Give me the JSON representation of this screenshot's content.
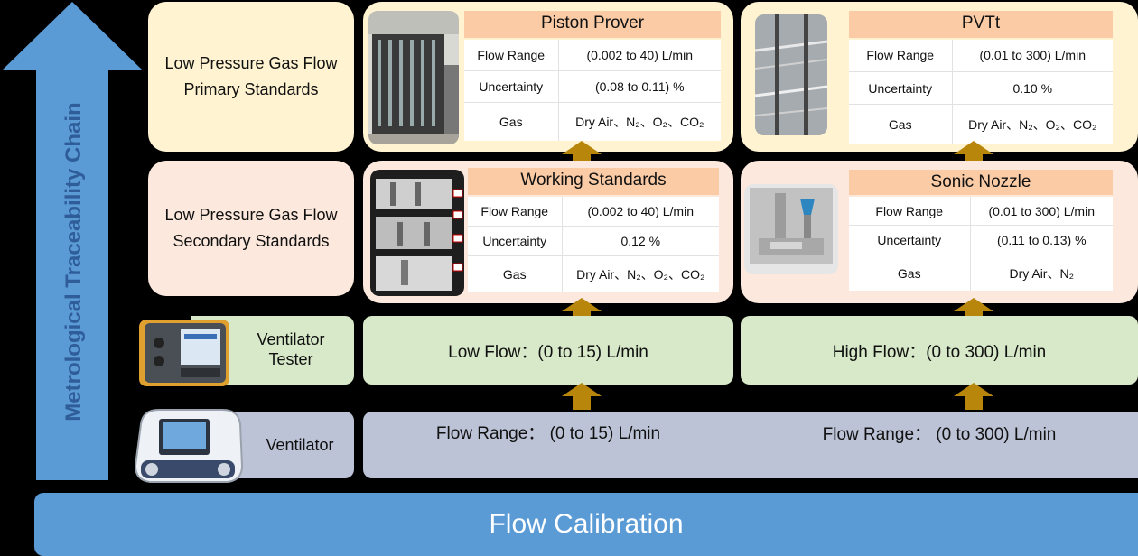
{
  "axis": {
    "label": "Metrological Traceability Chain"
  },
  "banner": {
    "label": "Flow Calibration"
  },
  "levels": {
    "primary": {
      "line1": "Low Pressure Gas Flow",
      "line2": "Primary Standards"
    },
    "secondary": {
      "line1": "Low Pressure Gas Flow",
      "line2": "Secondary Standards"
    },
    "tester": {
      "line1": "Ventilator",
      "line2": "Tester"
    },
    "ventilator": {
      "label": "Ventilator"
    }
  },
  "row_labels": {
    "flow_range": "Flow Range",
    "uncertainty": "Uncertainty",
    "gas": "Gas"
  },
  "standards": {
    "piston_prover": {
      "title": "Piston Prover",
      "flow_range": "(0.002 to 40) L/min",
      "uncertainty": "(0.08 to 0.11) %",
      "gas": "Dry Air、N₂、O₂、CO₂"
    },
    "pvtt": {
      "title": "PVTt",
      "flow_range": "(0.01 to 300) L/min",
      "uncertainty": "0.10 %",
      "gas": "Dry Air、N₂、O₂、CO₂"
    },
    "working": {
      "title": "Working Standards",
      "flow_range": "(0.002 to 40) L/min",
      "uncertainty": "0.12 %",
      "gas": "Dry Air、N₂、O₂、CO₂"
    },
    "sonic": {
      "title": "Sonic Nozzle",
      "flow_range": "(0.01 to 300) L/min",
      "uncertainty": "(0.11 to 0.13) %",
      "gas": "Dry Air、N₂"
    }
  },
  "tester_flows": {
    "low": "Low Flow：(0 to 15) L/min",
    "high": "High Flow：(0 to 300) L/min"
  },
  "ventilator_flows": {
    "low": "Flow Range：  (0 to 15) L/min",
    "high": "Flow Range：  (0 to 300) L/min"
  },
  "colors": {
    "axis_arrow": "#5b9bd5",
    "banner": "#5b9bd5",
    "primary": "#fff3d1",
    "secondary": "#fce8dc",
    "tester": "#d7e9c8",
    "ventilator": "#bcc3d6",
    "title_bar": "#fbcba6",
    "up_arrow": "#b8860b"
  },
  "icons": [
    "metrological-chain-arrow",
    "up-arrow",
    "ventilator-tester-device",
    "ventilator-device"
  ]
}
